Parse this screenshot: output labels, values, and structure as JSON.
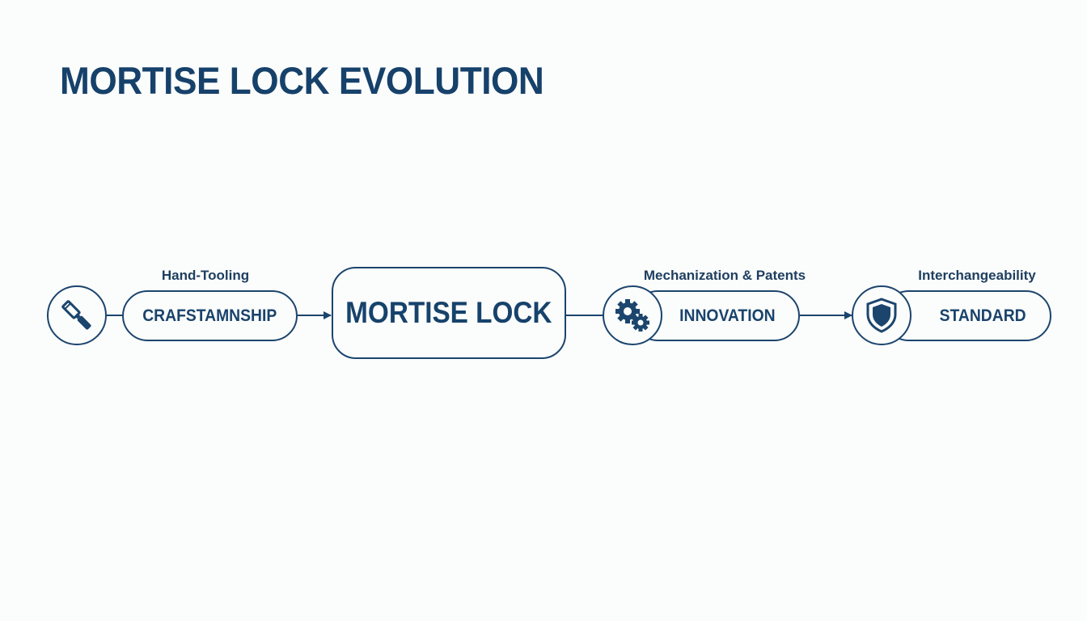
{
  "title": "MORTISE LOCK EVOLUTION",
  "center": {
    "label": "MORTISE LOCK"
  },
  "stages": [
    {
      "caption": "Hand-Tooling",
      "label": "CRAFSTAMNSHIP",
      "icon": "chisel-icon"
    },
    {
      "caption": "Mechanization & Patents",
      "label": "INNOVATION",
      "icon": "gears-icon"
    },
    {
      "caption": "Interchangeability",
      "label": "STANDARD",
      "icon": "shield-icon"
    }
  ],
  "colors": {
    "primary": "#1a436c",
    "background": "#fbfcfc"
  }
}
